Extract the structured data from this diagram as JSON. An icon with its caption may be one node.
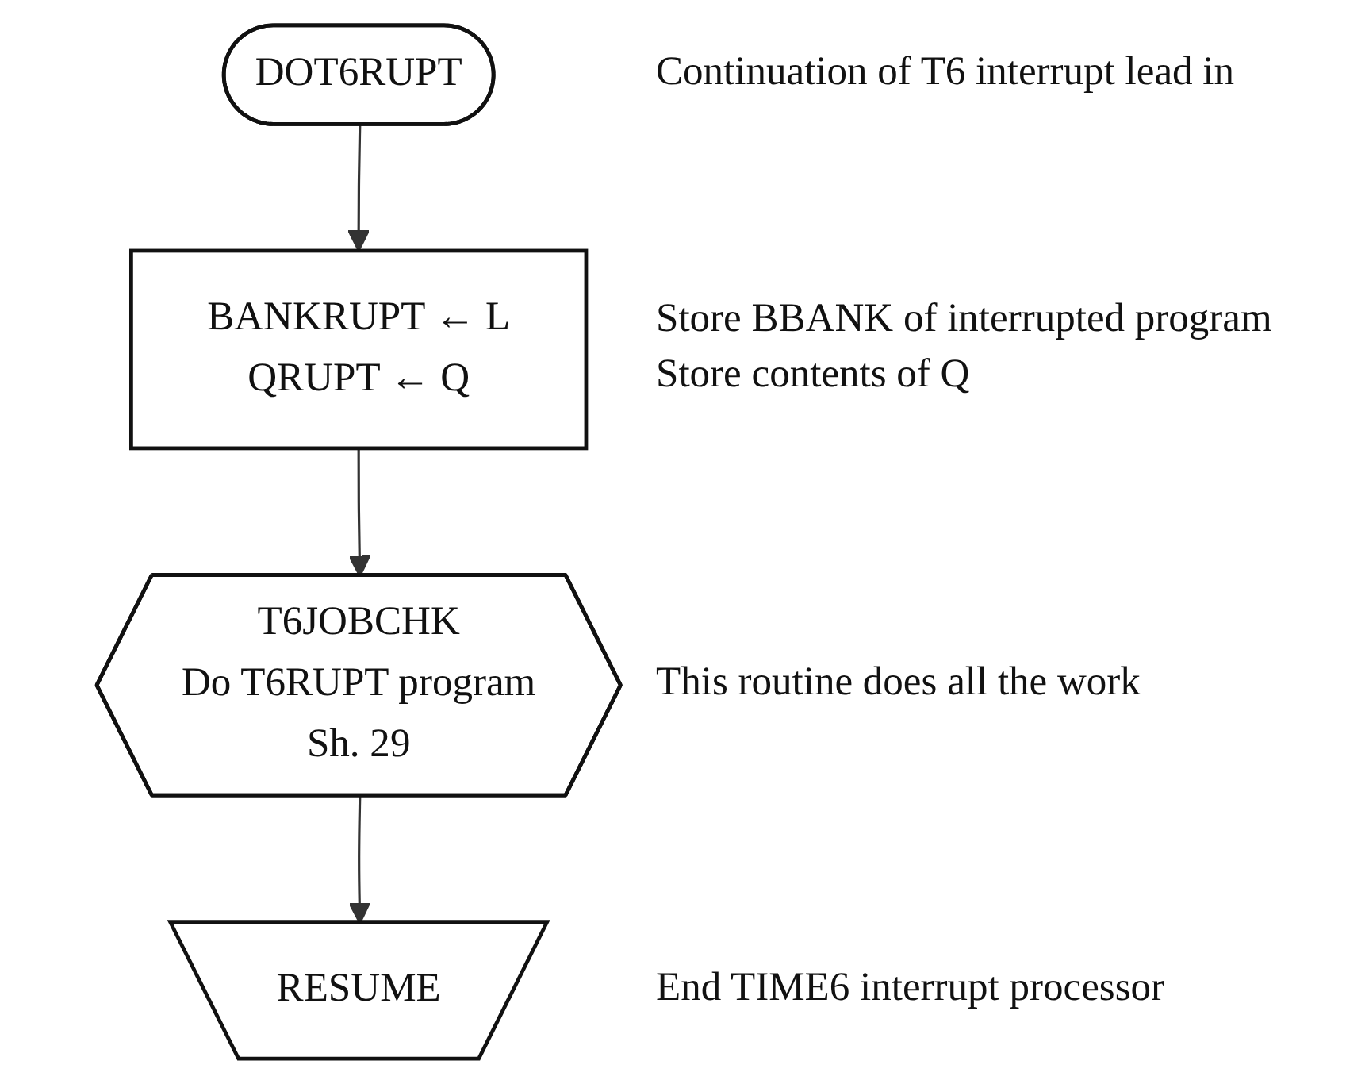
{
  "diagram": {
    "nodes": [
      {
        "text": [
          "DOT6RUPT"
        ],
        "beside": [
          "Continuation of T6 interrupt lead in"
        ]
      },
      {
        "text": [
          "BANKRUPT ← L",
          "QRUPT ← Q"
        ],
        "beside": [
          "Store BBANK of interrupted program",
          "Store contents of Q"
        ]
      },
      {
        "text": [
          "T6JOBCHK",
          "Do T6RUPT program",
          "Sh. 29"
        ],
        "beside": [
          "This routine does all the work"
        ]
      },
      {
        "text": [
          "RESUME"
        ],
        "beside": [
          "End TIME6 interrupt processor"
        ]
      }
    ],
    "edges": [
      {
        "from": 0,
        "to": 1,
        "arrow": "to"
      },
      {
        "from": 1,
        "to": 2,
        "arrow": "to"
      },
      {
        "from": 2,
        "to": 3,
        "arrow": "to"
      }
    ]
  }
}
